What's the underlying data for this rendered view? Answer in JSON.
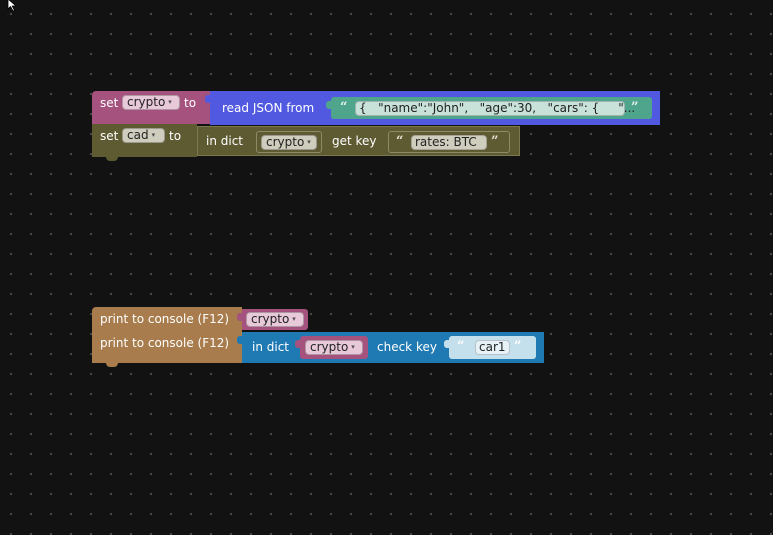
{
  "colors": {
    "variable": "#a5527e",
    "json": "#5159e0",
    "string_block": "#4ea58b",
    "string_field": "#c8e2d9",
    "dict_get": "#5e5b33",
    "dict_get_field": "#cfcdbd",
    "console": "#a87c4c",
    "dict_check": "#1f79b3",
    "dict_check_field": "#c4e0ed",
    "dropdown_light": "#e8c9da"
  },
  "block1": {
    "set_label": "set",
    "var_name": "crypto",
    "to_label": "to",
    "json_label": "read JSON from",
    "json_text": "{   \"name\":\"John\",   \"age\":30,   \"cars\": {     \"..."
  },
  "block2": {
    "set_label": "set",
    "var_name": "cad",
    "to_label": "to",
    "dict_label": "in dict",
    "dict_var": "crypto",
    "key_label": "get key",
    "key_text": "rates: BTC"
  },
  "block3": {
    "print_label": "print to console (F12)",
    "var_name": "crypto"
  },
  "block4": {
    "print_label": "print to console (F12)",
    "dict_label": "in dict",
    "dict_var": "crypto",
    "check_label": "check key",
    "key_text": "car1"
  },
  "glyphs": {
    "open_quote": "“",
    "close_quote": "”",
    "dropdown_arrow": "▾"
  }
}
